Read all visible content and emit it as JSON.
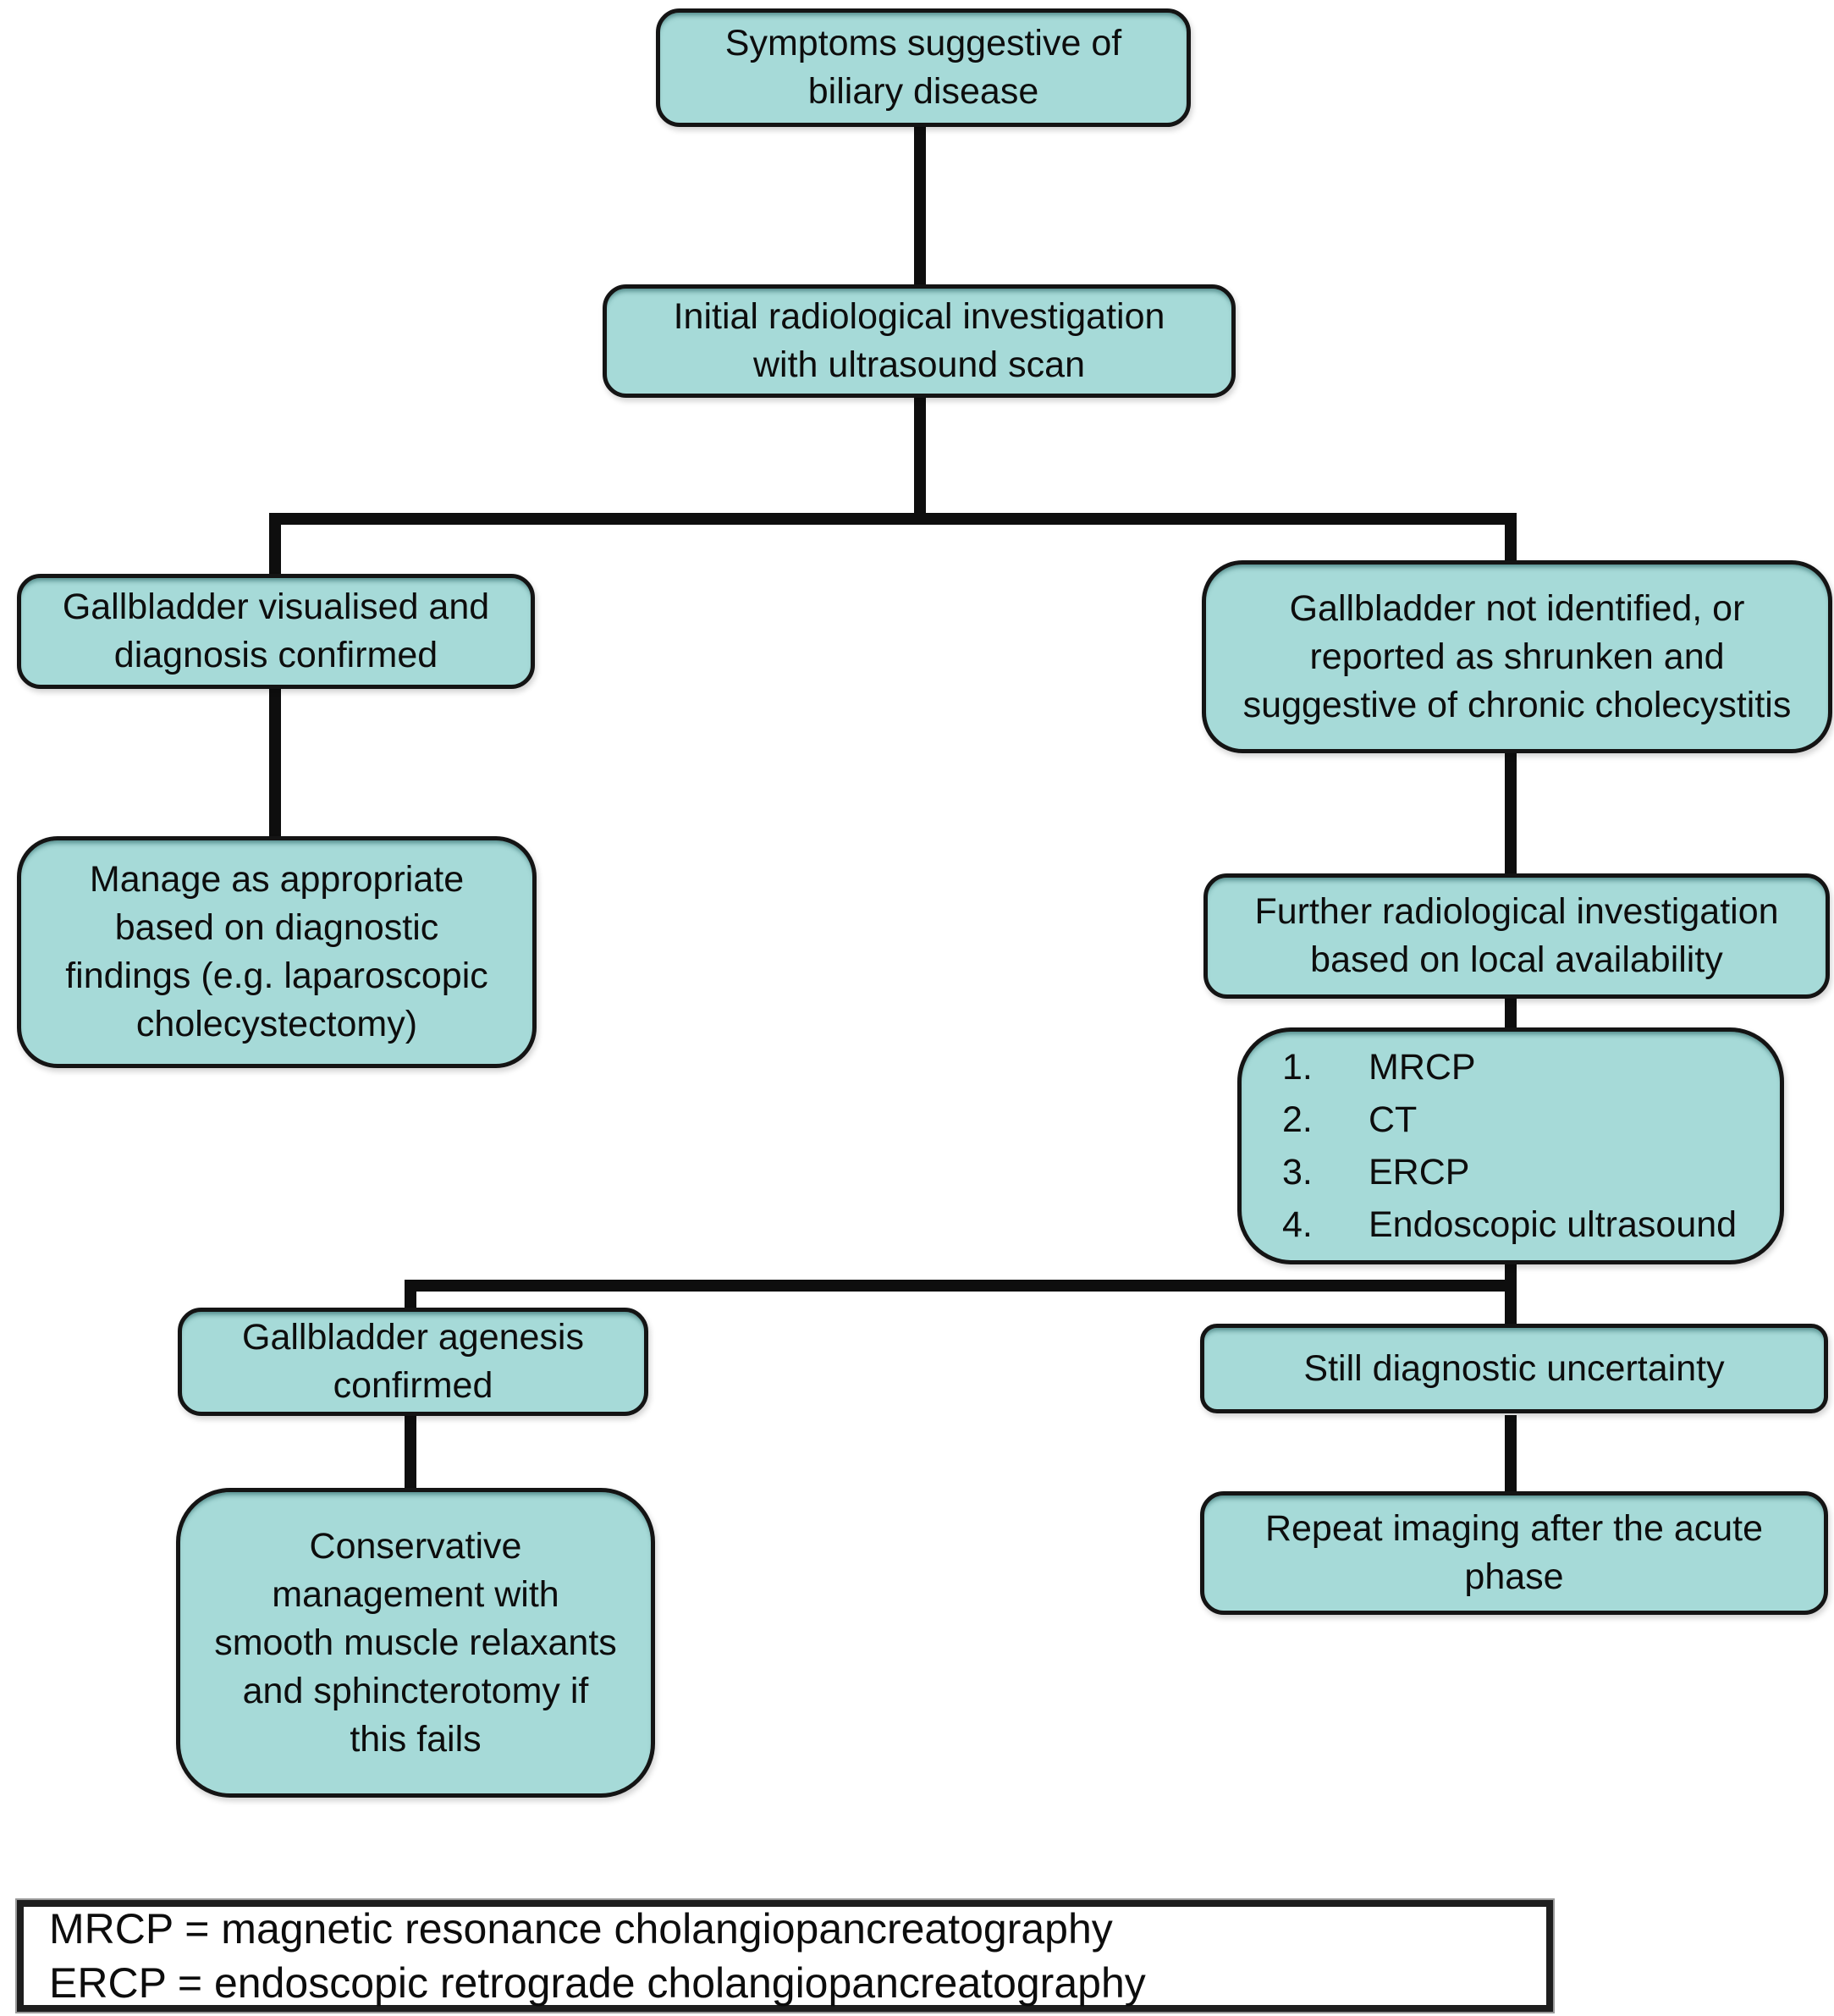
{
  "flowchart": {
    "colors": {
      "node_fill": "#a6dad8",
      "node_border": "#141414",
      "connector": "#0e0e0e",
      "legend_background": "#ffffff"
    },
    "nodes": {
      "symptoms": "Symptoms suggestive of\nbiliary disease",
      "initial": "Initial radiological investigation\nwith ultrasound scan",
      "visualised": "Gallbladder visualised and\ndiagnosis confirmed",
      "not_identified": "Gallbladder not identified, or\nreported as shrunken and\nsuggestive of chronic cholecystitis",
      "manage": "Manage as appropriate\nbased on diagnostic\nfindings (e.g. laparoscopic\ncholecystectomy)",
      "further": "Further radiological investigation\nbased on local availability",
      "modalities": [
        {
          "num": "1.",
          "label": "MRCP"
        },
        {
          "num": "2.",
          "label": "CT"
        },
        {
          "num": "3.",
          "label": "ERCP"
        },
        {
          "num": "4.",
          "label": "Endoscopic ultrasound"
        }
      ],
      "agenesis": "Gallbladder agenesis\nconfirmed",
      "uncertainty": "Still diagnostic uncertainty",
      "conservative": "Conservative\nmanagement with\nsmooth muscle relaxants\nand sphincterotomy if\nthis fails",
      "repeat": "Repeat imaging after the acute\nphase"
    },
    "legend": {
      "line1": "MRCP = magnetic resonance cholangiopancreatography",
      "line2": "ERCP = endoscopic retrograde cholangiopancreatography"
    }
  }
}
